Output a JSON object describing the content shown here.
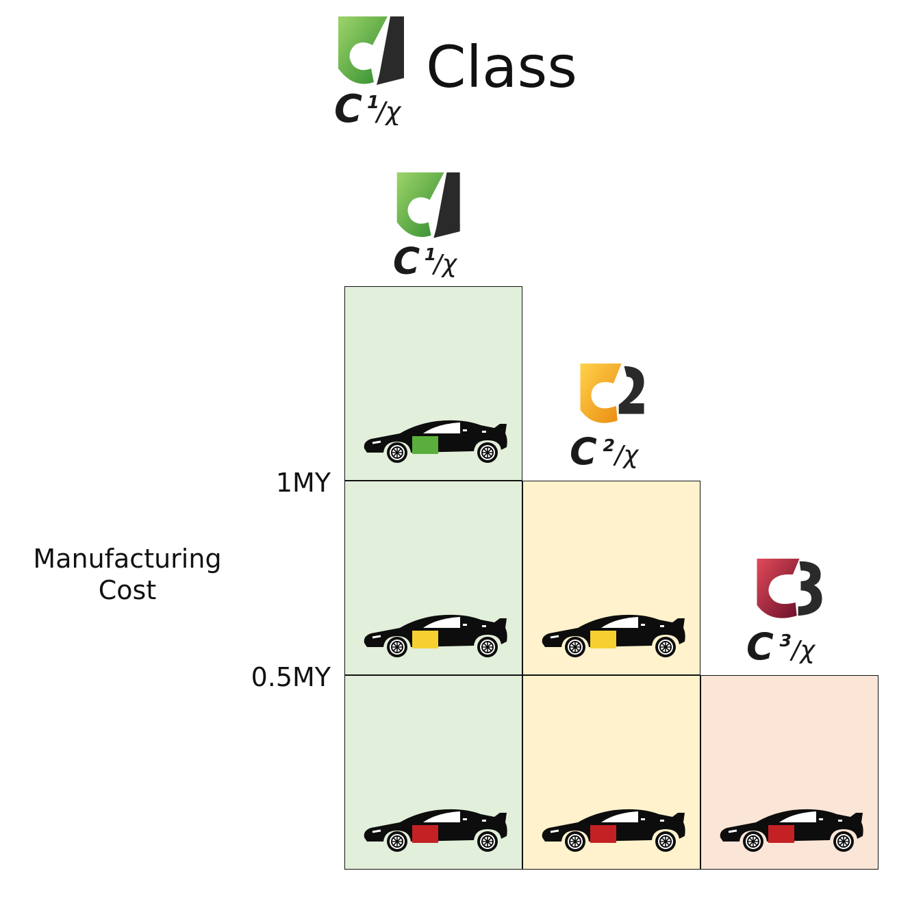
{
  "header": {
    "title": "Class",
    "logo": {
      "label_main": "C",
      "label_sup": "1",
      "label_sub": "χ",
      "icon": "c1-shield-logo"
    }
  },
  "axis": {
    "title_line1": "Manufacturing",
    "title_line2": "Cost",
    "ticks": [
      "1MY",
      "0.5MY"
    ]
  },
  "classes": [
    {
      "id": "c1",
      "label_main": "C",
      "label_sup": "1",
      "label_sub": "χ",
      "icon": "c1-shield-logo",
      "color": "#5cb83a",
      "cell_bg": "#e2efda"
    },
    {
      "id": "c2",
      "label_main": "C",
      "label_sup": "2",
      "label_sub": "χ",
      "icon": "c2-shield-logo",
      "color": "#f0a21a",
      "cell_bg": "#fff2cc"
    },
    {
      "id": "c3",
      "label_main": "C",
      "label_sup": "3",
      "label_sub": "χ",
      "icon": "c3-shield-logo",
      "color": "#b3152b",
      "cell_bg": "#fbe5d6"
    }
  ],
  "car_colors": {
    "high": "#5aaf3c",
    "mid": "#f5d030",
    "low": "#c42125"
  },
  "cells": [
    {
      "col": 0,
      "row": 0,
      "car_color": "high",
      "icon": "sports-car-icon"
    },
    {
      "col": 0,
      "row": 1,
      "car_color": "mid",
      "icon": "sports-car-icon"
    },
    {
      "col": 0,
      "row": 2,
      "car_color": "low",
      "icon": "sports-car-icon"
    },
    {
      "col": 1,
      "row": 1,
      "car_color": "mid",
      "icon": "sports-car-icon"
    },
    {
      "col": 1,
      "row": 2,
      "car_color": "low",
      "icon": "sports-car-icon"
    },
    {
      "col": 2,
      "row": 2,
      "car_color": "low",
      "icon": "sports-car-icon"
    }
  ]
}
